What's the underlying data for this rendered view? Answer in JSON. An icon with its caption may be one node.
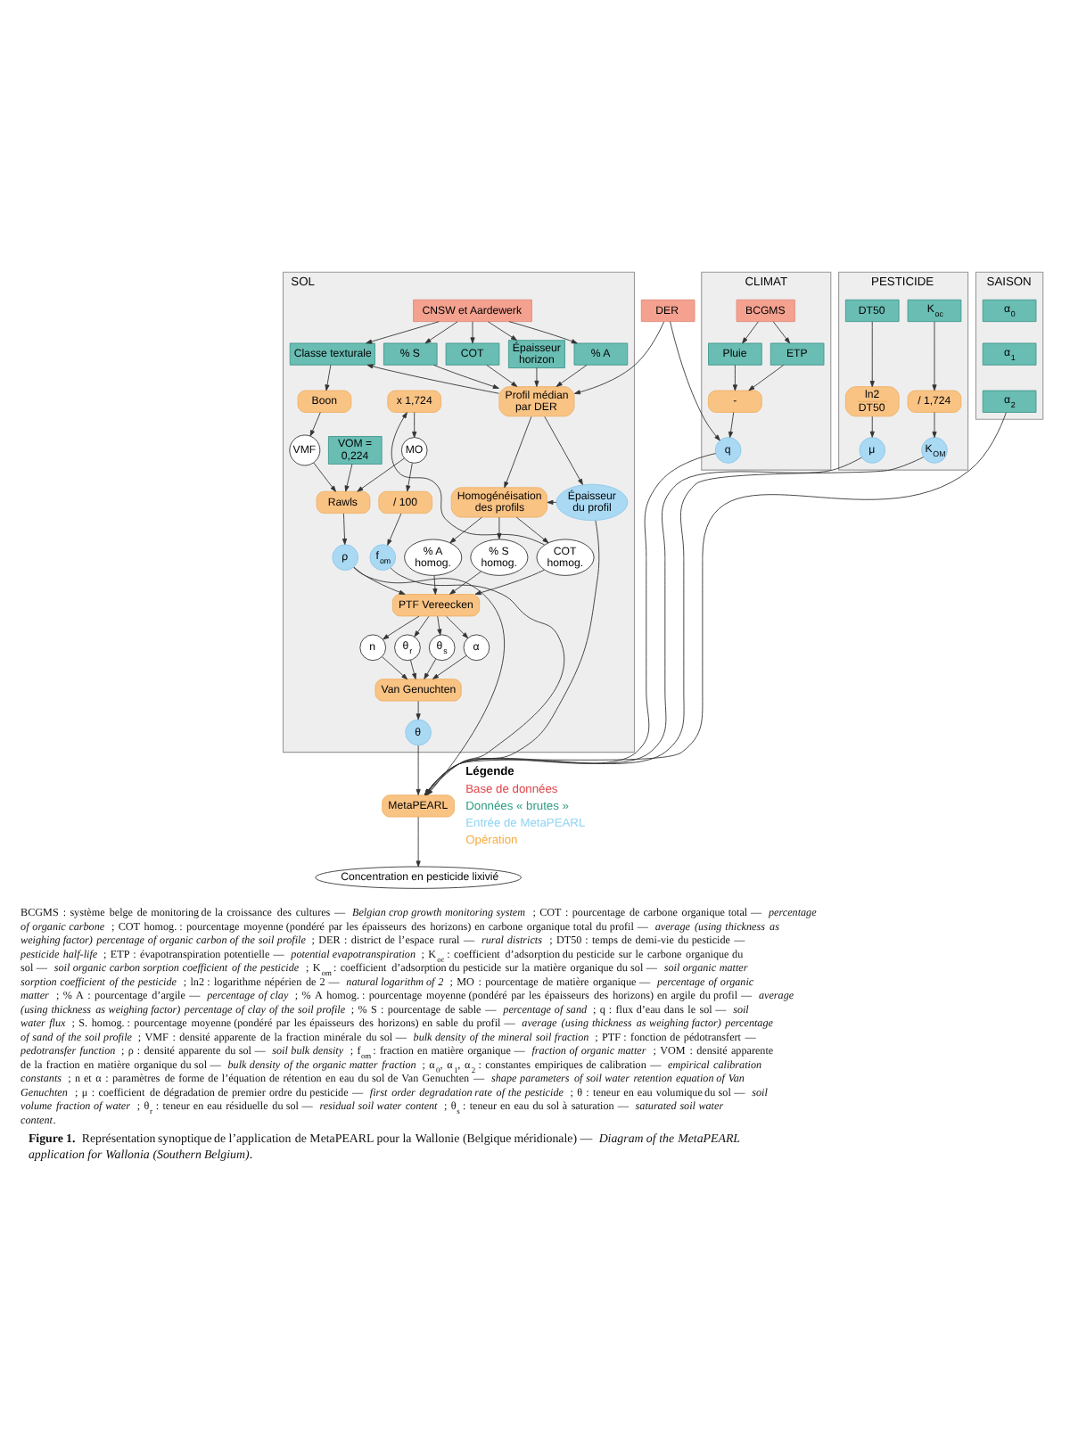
{
  "diagram": {
    "caption": "**Figure 1.** Représentation synoptique de l’application de MetaPEARL pour la Wallonie (Belgique méridionale) — *Diagram of the MetaPEARL application for Wallonia (Southern Belgium)*.",
    "nodes": [
      {
        "text": [
          "DER"
        ]
      },
      {
        "text": [
          "SAISON"
        ]
      },
      {
        "text": [
          "α$_{0}$"
        ],
        "in": 1
      },
      {
        "text": [
          "α$_{1}$"
        ],
        "in": 1
      },
      {
        "text": [
          "α$_{2}$"
        ],
        "in": 1
      },
      {
        "text": [
          "CLIMAT"
        ]
      },
      {
        "text": [
          "BCGMS"
        ],
        "in": 5
      },
      {
        "text": [
          "Pluie"
        ],
        "in": 5
      },
      {
        "text": [
          "ETP"
        ],
        "in": 5
      },
      {
        "text": [
          "-"
        ],
        "in": 5
      },
      {
        "text": [
          "q"
        ],
        "in": 5
      },
      {
        "text": [
          "PESTICIDE"
        ]
      },
      {
        "text": [
          "DT50"
        ],
        "in": 11
      },
      {
        "text": [
          "K$_{oc}$"
        ],
        "in": 11
      },
      {
        "text": [
          "ln2",
          "DT50"
        ],
        "in": 11
      },
      {
        "text": [
          "/ 1,724"
        ],
        "in": 11
      },
      {
        "text": [
          "μ"
        ],
        "in": 11
      },
      {
        "text": [
          "K$_{OM}$"
        ],
        "in": 11
      },
      {
        "text": [
          "SOL"
        ]
      },
      {
        "text": [
          "CNSW et Aardewerk"
        ],
        "in": 18
      },
      {
        "text": [
          "Épaisseur horizon"
        ],
        "in": 18
      },
      {
        "text": [
          "% A"
        ],
        "in": 18
      },
      {
        "text": [
          "% S"
        ],
        "in": 18
      },
      {
        "text": [
          "COT"
        ],
        "in": 18
      },
      {
        "text": [
          "Classe texturale"
        ],
        "in": 18
      },
      {
        "text": [
          "Profil médian par DER"
        ],
        "in": 18
      },
      {
        "text": [
          "x 1,724"
        ],
        "in": 18
      },
      {
        "text": [
          "Épaisseur du profil"
        ],
        "in": 18
      },
      {
        "text": [
          "Homogénéisation des profils"
        ],
        "in": 18
      },
      {
        "text": [
          "Boon"
        ],
        "in": 18
      },
      {
        "text": [
          "MO"
        ],
        "in": 18
      },
      {
        "text": [
          "% A homog."
        ],
        "in": 18
      },
      {
        "text": [
          "% S homog."
        ],
        "in": 18
      },
      {
        "text": [
          "COT homog."
        ],
        "in": 18
      },
      {
        "text": [
          "VMF"
        ],
        "in": 18
      },
      {
        "text": [
          "/ 100"
        ],
        "in": 18
      },
      {
        "text": [
          "PTF Vereecken"
        ],
        "in": 18
      },
      {
        "text": [
          "ρ"
        ],
        "in": 18
      },
      {
        "text": [
          "Rawls"
        ],
        "in": 18
      },
      {
        "text": [
          "f$_{om}$"
        ],
        "in": 18
      },
      {
        "text": [
          "θ$_{r}$"
        ],
        "in": 18
      },
      {
        "text": [
          "θ$_{s}$"
        ],
        "in": 18
      },
      {
        "text": [
          "α"
        ],
        "in": 18
      },
      {
        "text": [
          "n"
        ],
        "in": 18
      },
      {
        "text": [
          "VOM = 0,224"
        ],
        "in": 18
      },
      {
        "text": [
          "Van Genuchten"
        ],
        "in": 18
      },
      {
        "text": [
          "θ"
        ],
        "in": 18
      },
      {
        "text": [
          "MetaPEARL"
        ]
      },
      {
        "text": [
          "Concentration en pesticide lixivié"
        ]
      }
    ],
    "edges": [
      {
        "from": 0,
        "to": 10,
        "arrow": "to"
      },
      {
        "from": 0,
        "to": 25,
        "arrow": "to"
      },
      {
        "from": 6,
        "to": 7,
        "arrow": "to"
      },
      {
        "from": 6,
        "to": 8,
        "arrow": "to"
      },
      {
        "from": 7,
        "to": 9,
        "arrow": "to"
      },
      {
        "from": 8,
        "to": 9,
        "arrow": "to"
      },
      {
        "from": 9,
        "to": 10,
        "arrow": "to"
      },
      {
        "from": 12,
        "to": 14,
        "arrow": "to"
      },
      {
        "from": 14,
        "to": 16,
        "arrow": "to"
      },
      {
        "from": 13,
        "to": 15,
        "arrow": "to"
      },
      {
        "from": 15,
        "to": 17,
        "arrow": "to"
      },
      {
        "from": 19,
        "to": 20,
        "arrow": "to"
      },
      {
        "from": 19,
        "to": 21,
        "arrow": "to"
      },
      {
        "from": 19,
        "to": 22,
        "arrow": "to"
      },
      {
        "from": 19,
        "to": 23,
        "arrow": "to"
      },
      {
        "from": 19,
        "to": 24,
        "arrow": "to"
      },
      {
        "from": 20,
        "to": 25,
        "arrow": "to"
      },
      {
        "from": 21,
        "to": 25,
        "arrow": "to"
      },
      {
        "from": 22,
        "to": 25,
        "arrow": "to"
      },
      {
        "from": 23,
        "to": 25,
        "arrow": "to"
      },
      {
        "from": 25,
        "to": 24,
        "arrow": "to"
      },
      {
        "from": 24,
        "to": 29,
        "arrow": "to"
      },
      {
        "from": 25,
        "to": 27,
        "arrow": "to"
      },
      {
        "from": 25,
        "to": 28,
        "arrow": "to"
      },
      {
        "from": 27,
        "to": 28,
        "arrow": "to"
      },
      {
        "from": 28,
        "to": 31,
        "arrow": "to"
      },
      {
        "from": 28,
        "to": 32,
        "arrow": "to"
      },
      {
        "from": 28,
        "to": 33,
        "arrow": "to"
      },
      {
        "from": 33,
        "to": 26,
        "arrow": "to"
      },
      {
        "from": 26,
        "to": 30,
        "arrow": "to"
      },
      {
        "from": 29,
        "to": 34,
        "arrow": "to"
      },
      {
        "from": 30,
        "to": 35,
        "arrow": "to"
      },
      {
        "from": 30,
        "to": 38,
        "arrow": "to"
      },
      {
        "from": 34,
        "to": 38,
        "arrow": "to"
      },
      {
        "from": 35,
        "to": 39,
        "arrow": "to"
      },
      {
        "from": 31,
        "to": 36,
        "arrow": "to"
      },
      {
        "from": 32,
        "to": 36,
        "arrow": "to"
      },
      {
        "from": 33,
        "to": 36,
        "arrow": "to"
      },
      {
        "from": 38,
        "to": 37,
        "arrow": "to"
      },
      {
        "from": 37,
        "to": 36,
        "arrow": "to"
      },
      {
        "from": 44,
        "to": 38,
        "arrow": "to"
      },
      {
        "from": 36,
        "to": 40,
        "arrow": "to"
      },
      {
        "from": 36,
        "to": 41,
        "arrow": "to"
      },
      {
        "from": 36,
        "to": 42,
        "arrow": "to"
      },
      {
        "from": 36,
        "to": 43,
        "arrow": "to"
      },
      {
        "from": 40,
        "to": 45,
        "arrow": "to"
      },
      {
        "from": 41,
        "to": 45,
        "arrow": "to"
      },
      {
        "from": 42,
        "to": 45,
        "arrow": "to"
      },
      {
        "from": 43,
        "to": 45,
        "arrow": "to"
      },
      {
        "from": 45,
        "to": 46,
        "arrow": "to"
      },
      {
        "from": 4,
        "to": 47,
        "arrow": "to"
      },
      {
        "from": 10,
        "to": 47,
        "arrow": "to"
      },
      {
        "from": 16,
        "to": 47,
        "arrow": "to"
      },
      {
        "from": 17,
        "to": 47,
        "arrow": "to"
      },
      {
        "from": 27,
        "to": 47,
        "arrow": "to"
      },
      {
        "from": 46,
        "to": 47,
        "arrow": "to"
      },
      {
        "from": 37,
        "to": 47,
        "arrow": "to"
      },
      {
        "from": 39,
        "to": 47,
        "arrow": "to"
      },
      {
        "from": 47,
        "to": 48,
        "arrow": "to"
      }
    ],
    "labels": [
      "Légende",
      "BCGMS : système belge de monitoring de la croissance des cultures — *Belgian crop growth monitoring system* ; COT : pourcentage de carbone organique total — *percentage of organic carbone* ; COT homog. : pourcentage moyenne (pondéré par les épaisseurs des horizons) en carbone organique total du profil — *average (using thickness as weighing factor) percentage of organic carbon of the soil profile* ; DER : district de l’espace rural — *rural districts* ; DT50 : temps de demi-vie du pesticide — *pesticide half-life* ; ETP : évapotranspiration potentielle — *potential evapotranspiration* ; K$_{oc}$ : coefficient d’adsorption du pesticide sur le carbone organique du sol — *soil organic carbon sorption coefficient of the pesticide* ; K$_{om}$ : coefficient d’adsorption du pesticide sur la matière organique du sol — *soil organic matter sorption coefficient of the pesticide* ; ln2 : logarithme népérien de 2 — *natural logarithm of 2* ; MO : pourcentage de matière organique — *percentage of organic matter* ; % A : pourcentage d’argile — *percentage of clay* ; % A homog. : pourcentage moyenne (pondéré par les épaisseurs des horizons) en argile du profil — *average (using thickness as weighing factor) percentage of clay of the soil profile* ; % S : pourcentage de sable — *percentage of sand* ; q : flux d’eau dans le sol — *soil water flux* ; S. homog. : pourcentage moyenne (pondéré par les épaisseurs des horizons) en sable du profil — *average (using thickness as weighing factor) percentage of sand of the soil profile* ; VMF : densité apparente de la fraction minérale du sol — *bulk density of the mineral soil fraction* ; PTF : fonction de pédotransfert — *pedotransfer function* ; ρ : densité apparente du sol — *soil bulk density* ; f$_{om}$ : fraction en matière organique — *fraction of organic matter* ; VOM : densité apparente de la fraction en matière organique du sol — *bulk density of the organic matter fraction* ; α$_{0}$, α$_{1}$, α$_{2}$ : constantes empiriques de calibration — *empirical calibration constants* ; n et α : paramètres de forme de l’équation de rétention en eau du sol de Van Genuchten — *shape parameters of soil water retention equation of Van Genuchten* ; μ : coefficient de dégradation de premier ordre du pesticide — *first order degradation rate of the pesticide* ; θ : teneur en eau volumique du sol — *soil volume fraction of water* ; θ$_{r}$ : teneur en eau résiduelle du sol — *residual soil water content* ; θ$_{s}$ : teneur en eau du sol à saturation — *saturated soil water content*."
    ],
    "legend": [
      {
        "text": "Base de données",
        "color": "#e0454a"
      },
      {
        "text": "Données « brutes »",
        "color": "#2c9c82"
      },
      {
        "text": "Entrée de MetaPEARL",
        "color": "#8fd4f4"
      },
      {
        "text": "Opération",
        "color": "#f6ad45"
      }
    ]
  }
}
